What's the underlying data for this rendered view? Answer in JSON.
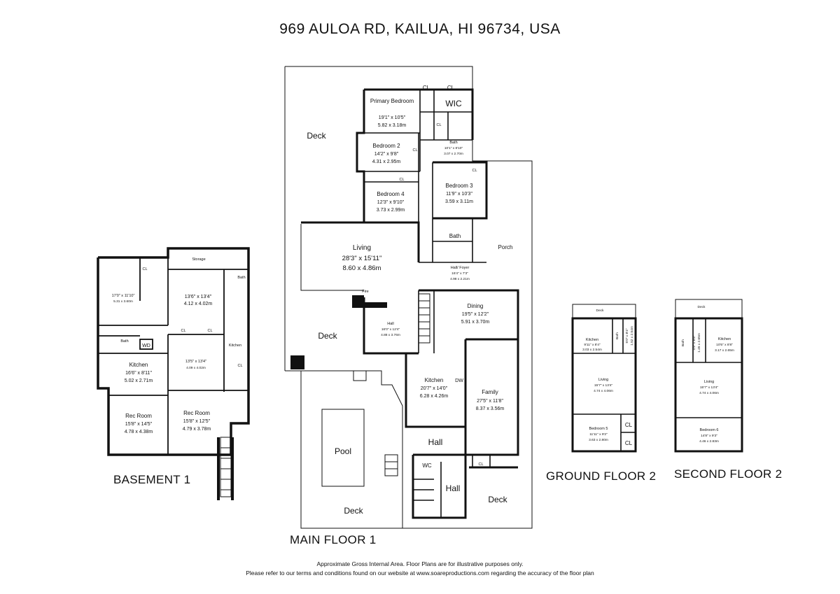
{
  "address": "969 AULOA RD, KAILUA, HI 96734, USA",
  "floors": {
    "basement": {
      "label": "BASEMENT 1",
      "rooms": [
        {
          "name": "",
          "dim1": "17'0\" x 11'10\"",
          "dim2": "5.31 x 3.60m"
        },
        {
          "name": "Storage",
          "dim1": "",
          "dim2": ""
        },
        {
          "name": "",
          "dim1": "13'6\" x 13'4\"",
          "dim2": "4.12 x 4.02m"
        },
        {
          "name": "",
          "dim1": "13'5\" x 13'4\"",
          "dim2": "4.09 x 4.02m"
        },
        {
          "name": "Kitchen",
          "dim1": "16'6\" x 8'11\"",
          "dim2": "5.02 x 2.71m"
        },
        {
          "name": "Rec Room",
          "dim1": "15'8\" x 14'5\"",
          "dim2": "4.78 x 4.38m"
        },
        {
          "name": "Rec Room",
          "dim1": "15'8\" x 12'5\"",
          "dim2": "4.79 x 3.78m"
        }
      ],
      "tags": {
        "bath": "Bath",
        "bath2": "Bath",
        "wd": "WD",
        "cl1": "CL",
        "cl2": "CL",
        "cl3": "CL",
        "cl4": "CL",
        "kitchen": "Kitchen"
      }
    },
    "main": {
      "label": "MAIN FLOOR 1",
      "rooms": [
        {
          "name": "Primary Bedroom",
          "dim1": "19'1\" x 10'5\"",
          "dim2": "5.82 x 3.18m"
        },
        {
          "name": "Bedroom 2",
          "dim1": "14'2\" x 9'8\"",
          "dim2": "4.31 x 2.95m"
        },
        {
          "name": "Bedroom 4",
          "dim1": "12'3\" x 9'10\"",
          "dim2": "3.73 x 2.99m"
        },
        {
          "name": "Bedroom 3",
          "dim1": "11'9\" x 10'3\"",
          "dim2": "3.59 x 3.11m"
        },
        {
          "name": "Living",
          "dim1": "28'3\" x 15'11\"",
          "dim2": "8.60 x 4.86m"
        },
        {
          "name": "Dining",
          "dim1": "19'5\" x 12'2\"",
          "dim2": "5.91 x 3.70m"
        },
        {
          "name": "Hall",
          "dim1": "16'0\" x 12'4\"",
          "dim2": "4.88 x 3.76m"
        },
        {
          "name": "Kitchen",
          "dim1": "20'7\" x 14'0\"",
          "dim2": "6.28 x 4.26m"
        },
        {
          "name": "Family",
          "dim1": "27'5\" x 11'8\"",
          "dim2": "8.37 x 3.56m"
        },
        {
          "name": "Hall/ Foyer",
          "dim1": "16'4\" x 7'3\"",
          "dim2": "4.98 x 2.21m"
        },
        {
          "name": "Bath",
          "dim1": "10'1\" x 8'10\"",
          "dim2": "3.07 x 2.70m"
        }
      ],
      "spaces": {
        "deck_top": "Deck",
        "deck_mid": "Deck",
        "deck_bottom": "Deck",
        "deck_right": "Deck",
        "porch": "Porch",
        "pool": "Pool",
        "hall1": "Hall",
        "hall2": "Hall",
        "bath": "Bath",
        "wic": "WIC",
        "wc": "WC",
        "dw": "DW",
        "fire": "Fire",
        "cl1": "CL",
        "cl2": "CL",
        "cl3": "CL",
        "cl4": "CL",
        "cl5": "CL",
        "cl6": "CL",
        "cl7": "CL"
      }
    },
    "ground2": {
      "label": "GROUND FLOOR 2",
      "rooms": [
        {
          "name": "Kitchen",
          "dim1": "9'11\" x 8'4\"",
          "dim2": "3.03 x 2.54m"
        },
        {
          "name": "Bath",
          "dim1": "5'0\" x 8'4\"",
          "dim2": "1.52 x 2.54m"
        },
        {
          "name": "Living",
          "dim1": "15'7\" x 13'4\"",
          "dim2": "4.74 x 4.06m"
        },
        {
          "name": "Bedroom 5",
          "dim1": "11'11\" x 9'2\"",
          "dim2": "3.63 x 2.80m"
        }
      ],
      "spaces": {
        "deck": "Deck",
        "cl1": "CL",
        "cl2": "CL"
      }
    },
    "second2": {
      "label": "SECOND FLOOR 2",
      "rooms": [
        {
          "name": "Kitchen",
          "dim1": "10'5\" x 8'8\"",
          "dim2": "3.17 x 2.65m"
        },
        {
          "name": "Bath",
          "dim1": "4'9\" x 8'8\"",
          "dim2": "1.45 x 2.65m"
        },
        {
          "name": "Living",
          "dim1": "15'7\" x 13'4\"",
          "dim2": "4.74 x 4.06m"
        },
        {
          "name": "Bedroom 6",
          "dim1": "14'8\" x 9'3\"",
          "dim2": "4.46 x 2.83m"
        }
      ],
      "spaces": {
        "deck": "Deck"
      }
    }
  },
  "footer": {
    "line1": "Approximate Gross Internal Area. Floor Plans are for illustrative purposes only.",
    "line2": "Please refer to our terms and conditions found on our website at www.soareproductions.com regarding the accuracy of the floor plan"
  }
}
